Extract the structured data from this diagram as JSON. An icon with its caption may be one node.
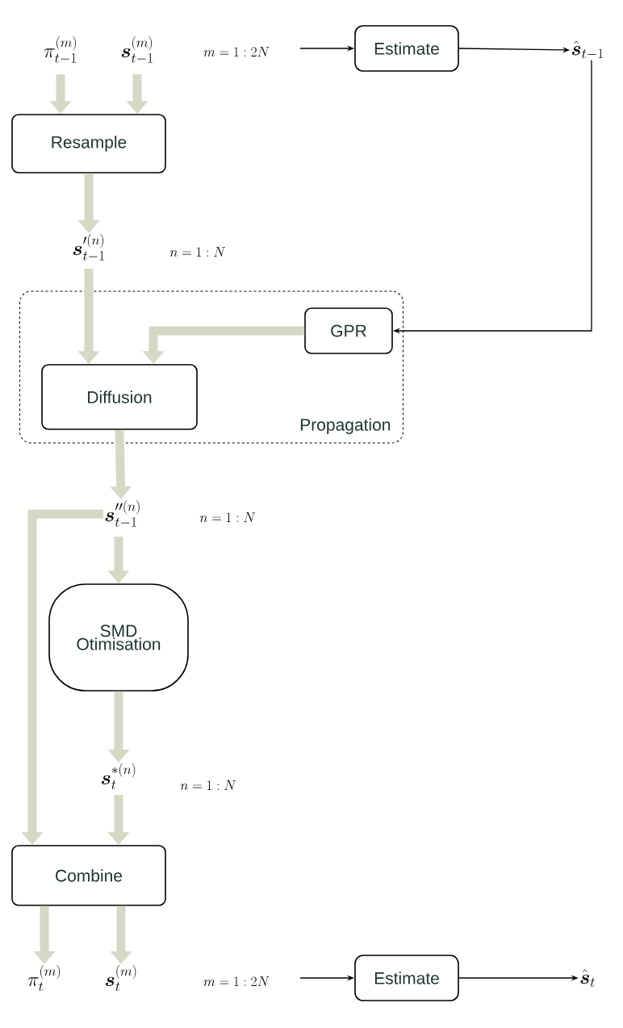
{
  "diagram": {
    "nodes": [
      {
        "text": [
          "\\pi_{t-1}^{(m)}"
        ]
      },
      {
        "text": [
          "\\boldsymbol{s}_{t-1}^{(m)}"
        ]
      },
      {
        "text": [
          "Resample"
        ]
      },
      {
        "text": [
          "\\boldsymbol{s}_{t-1}^{\\prime(n)}"
        ]
      },
      {
        "text": [
          "Propagation"
        ]
      },
      {
        "text": [
          "GPR"
        ],
        "in": 4
      },
      {
        "text": [
          "Diffusion"
        ],
        "in": 4
      },
      {
        "text": [
          "\\boldsymbol{s}_{t-1}^{\\prime\\prime(n)}"
        ]
      },
      {
        "text": [
          "SMD Otimisation"
        ]
      },
      {
        "text": [
          "\\boldsymbol{s}_{t}^{*(n)}"
        ]
      },
      {
        "text": [
          "Combine"
        ]
      },
      {
        "text": [
          "\\pi_{t}^{(m)}"
        ]
      },
      {
        "text": [
          "\\boldsymbol{s}_{t}^{(m)}"
        ]
      },
      {
        "text": [
          "Estimate"
        ]
      },
      {
        "text": [
          "\\hat{\\boldsymbol{s}}_{t-1}"
        ]
      },
      {
        "text": [
          "Estimate"
        ]
      },
      {
        "text": [
          "\\hat{\\boldsymbol{s}}_{t}"
        ]
      }
    ],
    "edges": [
      {
        "from": 0,
        "to": 2,
        "arrow": "to"
      },
      {
        "from": 1,
        "to": 2,
        "arrow": "to"
      },
      {
        "from": 2,
        "to": 3,
        "arrow": "to"
      },
      {
        "from": 3,
        "to": 6,
        "arrow": "to"
      },
      {
        "from": 5,
        "to": 6,
        "arrow": "to"
      },
      {
        "from": 6,
        "to": 7,
        "arrow": "to"
      },
      {
        "from": 7,
        "to": 8,
        "arrow": "to"
      },
      {
        "from": 7,
        "to": 10,
        "arrow": "to"
      },
      {
        "from": 8,
        "to": 9,
        "arrow": "to"
      },
      {
        "from": 9,
        "to": 10,
        "arrow": "to"
      },
      {
        "from": 10,
        "to": 11,
        "arrow": "to"
      },
      {
        "from": 10,
        "to": 12,
        "arrow": "to"
      },
      {
        "from": null,
        "to": 13,
        "arrow": "to",
        "color": "#000000"
      },
      {
        "from": 13,
        "to": 14,
        "arrow": "to",
        "color": "#000000"
      },
      {
        "from": 14,
        "to": 5,
        "arrow": "to",
        "color": "#000000"
      },
      {
        "from": null,
        "to": 15,
        "arrow": "to",
        "color": "#000000"
      },
      {
        "from": 15,
        "to": 16,
        "arrow": "to",
        "color": "#000000"
      }
    ],
    "labels": [
      "m=1:2N",
      "n=1:N",
      "n=1:N",
      "n=1:N",
      "m=1:2N"
    ]
  }
}
